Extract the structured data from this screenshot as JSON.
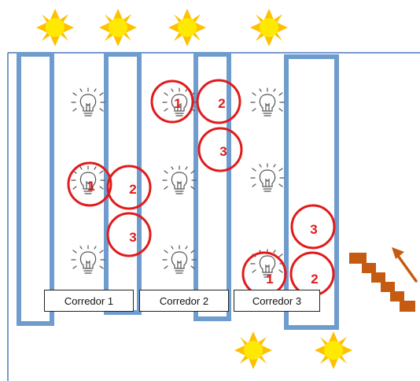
{
  "corridors": [
    {
      "label": "Corredor 1"
    },
    {
      "label": "Corredor 2"
    },
    {
      "label": "Corredor 3"
    }
  ],
  "markers": [
    "1",
    "2",
    "3",
    "1",
    "2",
    "3",
    "1",
    "2",
    "3"
  ],
  "colors": {
    "shelf_fill": "#ffffff",
    "shelf_border": "#6f9ccf",
    "wall": "#4a78b8",
    "marker": "#e01b1b",
    "sun": "#ffe900",
    "sun_rays": "#ffc000",
    "stairs": "#c55a11",
    "bulb": "#555555"
  },
  "icons": {
    "sun": "sun-icon",
    "bulb": "light-bulb-icon",
    "stairs": "stairs-icon",
    "arrow": "arrow-up-right-icon"
  }
}
